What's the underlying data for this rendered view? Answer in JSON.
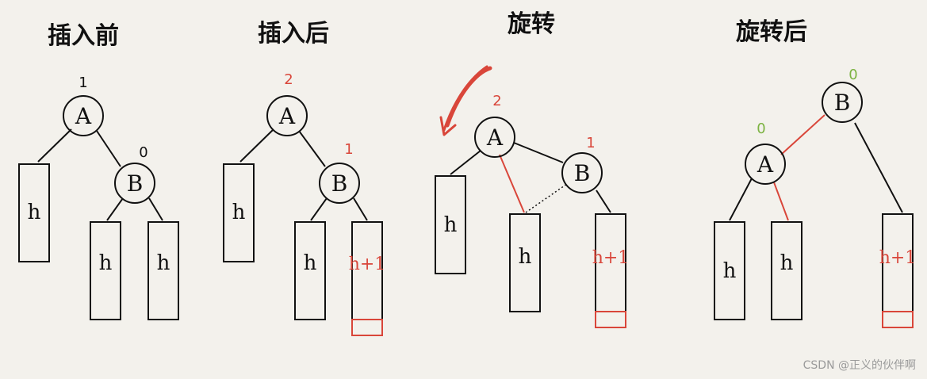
{
  "panels": [
    {
      "title": "插入前",
      "nodes": [
        {
          "label": "A",
          "bf": "1"
        },
        {
          "label": "B",
          "bf": "0"
        }
      ],
      "boxes": [
        "h",
        "h",
        "h"
      ]
    },
    {
      "title": "插入后",
      "nodes": [
        {
          "label": "A",
          "bf": "2"
        },
        {
          "label": "B",
          "bf": "1"
        }
      ],
      "boxes": [
        "h",
        "h",
        "h+1"
      ]
    },
    {
      "title": "旋转",
      "nodes": [
        {
          "label": "A",
          "bf": "2"
        },
        {
          "label": "B",
          "bf": "1"
        }
      ],
      "boxes": [
        "h",
        "h",
        "h+1"
      ]
    },
    {
      "title": "旋转后",
      "nodes": [
        {
          "label": "B",
          "bf": "0"
        },
        {
          "label": "A",
          "bf": "0"
        }
      ],
      "boxes": [
        "h",
        "h",
        "h+1"
      ]
    }
  ],
  "colors": {
    "ink": "#111111",
    "red": "#d9463a",
    "green": "#7cb342",
    "background": "#f3f1ec"
  },
  "watermark": "CSDN @正义的伙伴啊"
}
